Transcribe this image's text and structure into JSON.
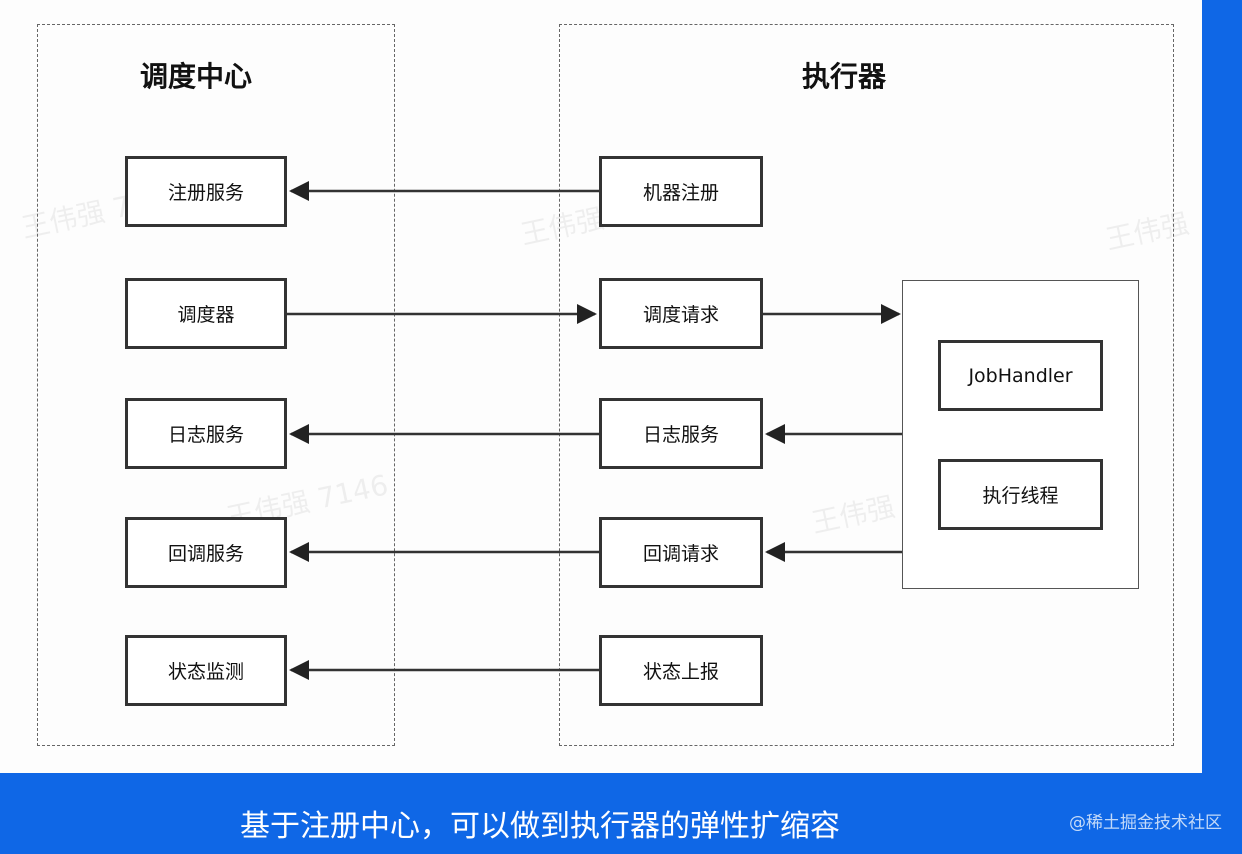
{
  "scheduler": {
    "title": "调度中心",
    "boxes": [
      "注册服务",
      "调度器",
      "日志服务",
      "回调服务",
      "状态监测"
    ]
  },
  "executor": {
    "title": "执行器",
    "boxes": [
      "机器注册",
      "调度请求",
      "日志服务",
      "回调请求",
      "状态上报"
    ],
    "inner": [
      "JobHandler",
      "执行线程"
    ]
  },
  "watermark": {
    "texts": [
      "王伟强 7146",
      "王伟强",
      "王伟强 7146",
      "王伟强 7146",
      "王伟强"
    ]
  },
  "caption": "基于注册中心，可以做到执行器的弹性扩缩容",
  "credit": "@稀土掘金技术社区",
  "colors": {
    "background": "#0f67e6",
    "canvas": "#fdfdfd",
    "stroke": "#333333",
    "caption_text": "#ffffff"
  }
}
